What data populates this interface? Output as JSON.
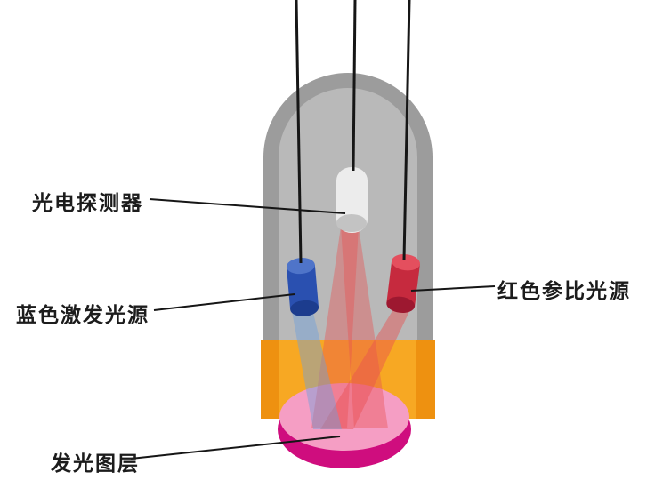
{
  "figure": {
    "background": "#ffffff",
    "labels": {
      "photodetector": "光电探测器",
      "blue_source": "蓝色激发光源",
      "red_source": "红色参比光源",
      "emissive_layer": "发光图层"
    },
    "colors": {
      "housing_outer": "#9c9c9c",
      "housing_inner": "#b9b9b9",
      "band_orange": "#f7a823",
      "band_orange_dark": "#ee9110",
      "disc_top": "#f59ec4",
      "disc_rim": "#cf0d7e",
      "detector_body": "#ececec",
      "detector_base": "#c3c3c3",
      "blue_top": "#4f74c9",
      "blue_body": "#2a50b0",
      "blue_base": "#1c3c8e",
      "red_top": "#e44f5e",
      "red_body": "#c62a3e",
      "red_base": "#9d1830",
      "beam_red": "#e85050",
      "beam_blue": "#6fa0dc",
      "wire": "#161616",
      "pointer": "#161616",
      "label_text": "#1c1c1c"
    }
  }
}
